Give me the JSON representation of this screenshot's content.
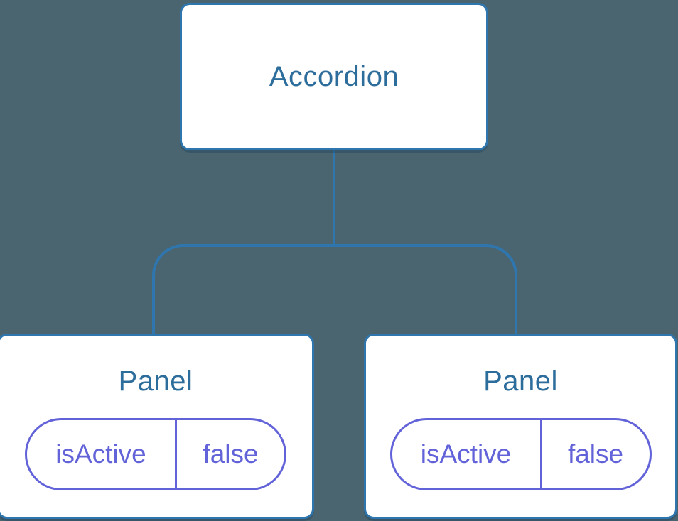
{
  "colors": {
    "background": "#4a6470",
    "node-border": "#2e76ad",
    "node-bg": "#ffffff",
    "node-text": "#2d6d9b",
    "badge": "#6363d9"
  },
  "diagram": {
    "type": "component-tree",
    "root": {
      "label": "Accordion"
    },
    "children": [
      {
        "label": "Panel",
        "props": [
          {
            "name": "isActive",
            "value": "false"
          }
        ]
      },
      {
        "label": "Panel",
        "props": [
          {
            "name": "isActive",
            "value": "false"
          }
        ]
      }
    ]
  }
}
